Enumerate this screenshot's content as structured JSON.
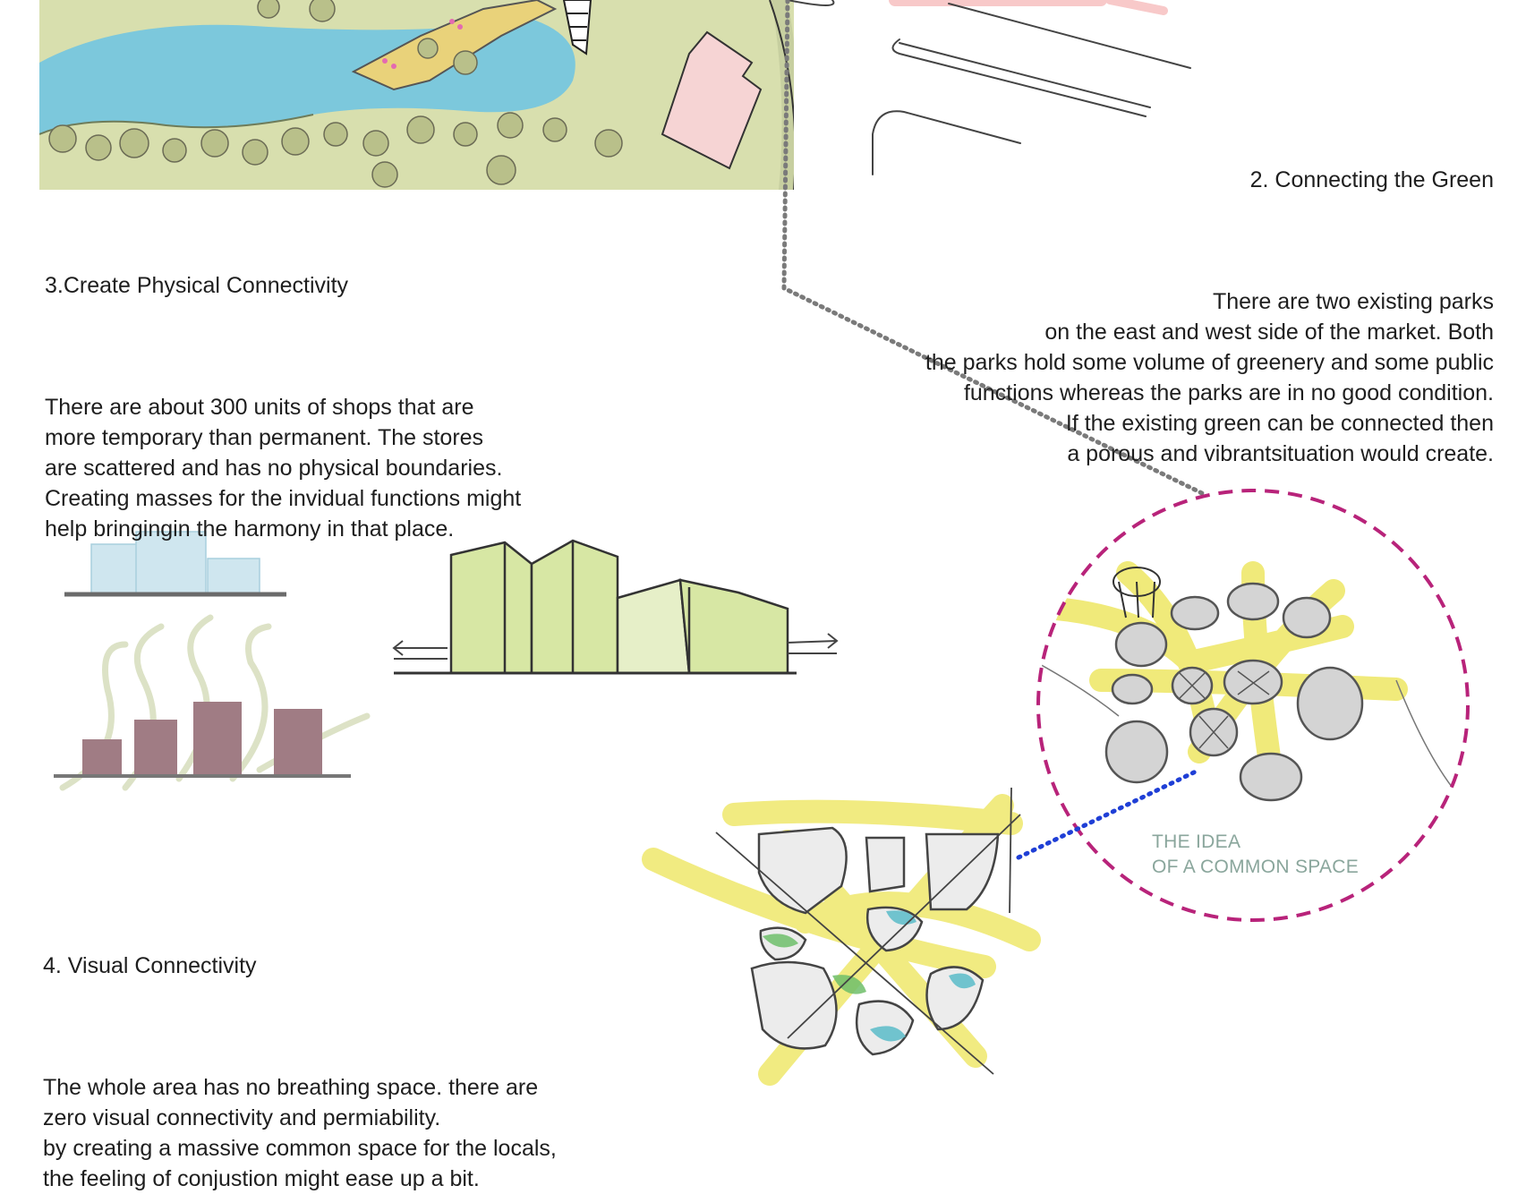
{
  "section3": {
    "heading": "3.Create Physical Connectivity",
    "body": "There are about 300 units of shops that are\nmore temporary than permanent. The stores\nare scattered and has no physical boundaries.\nCreating masses for the invidual functions might\nhelp bringingin the harmony in that place."
  },
  "section2": {
    "heading": "2. Connecting the Green",
    "body": "There are two existing parks\non the east and west side of the market. Both\nthe parks hold some  volume of greenery and some public\nfunctions whereas the parks are in no good condition.\nIf the existing green can be connected then\na porous and vibrantsituation would create."
  },
  "section4": {
    "heading": "4. Visual Connectivity",
    "body": "The whole area has no breathing space. there are\nzero visual connectivity and permiability.\nby creating a massive common space for the locals,\nthe feeling of conjustion might ease up a bit."
  },
  "callout": {
    "label": "THE IDEA\nOF A COMMON SPACE"
  },
  "colors": {
    "water": "#7cc8dc",
    "park_green": "#cfd9a0",
    "pink_building": "#f6d4d4",
    "magenta_circle": "#b8237a",
    "blue_dots": "#1f3fd6",
    "grey_dots": "#7a7a7a",
    "sketch_yellow": "#f0ea7a",
    "mass_blue": "#cfe6ef",
    "mass_mauve": "#a07c84",
    "mass_green": "#d7e7a4"
  }
}
